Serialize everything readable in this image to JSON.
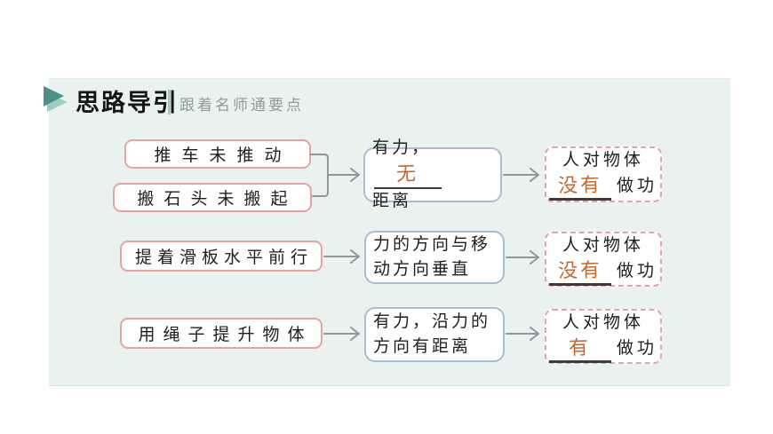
{
  "header": {
    "title": "思路导引",
    "subtitle": "跟着名师通要点",
    "icon": "play-arrow-icon"
  },
  "flowchart": {
    "rows": [
      {
        "causes": [
          "推车未推动",
          "搬石头未搬起"
        ],
        "condition": {
          "prefix": "有力，",
          "answer": "无",
          "line2": "距离"
        },
        "result": {
          "line1": "人对物体",
          "answer": "没有",
          "suffix": "做功"
        }
      },
      {
        "causes": [
          "提着滑板水平前行"
        ],
        "condition": {
          "line1": "力的方向与移",
          "line2": "动方向垂直"
        },
        "result": {
          "line1": "人对物体",
          "answer": "没有",
          "suffix": "做功"
        }
      },
      {
        "causes": [
          "用绳子提升物体"
        ],
        "condition": {
          "line1": "有力，沿力的",
          "line2": "方向有距离"
        },
        "result": {
          "line1": "人对物体",
          "answer": "有",
          "suffix": "做功"
        }
      }
    ]
  },
  "colors": {
    "panel_bg": "#e9f2ef",
    "red_border": "#e5a3a3",
    "blue_border": "#a9bcd3",
    "arrow": "#8e979c",
    "answer": "#bf6b35",
    "underline": "#3c3c3c",
    "subtitle": "#8d9b98",
    "divider": "#a9c6c2",
    "icon_dark": "#4d8f89",
    "icon_light": "#a3c9c4"
  }
}
